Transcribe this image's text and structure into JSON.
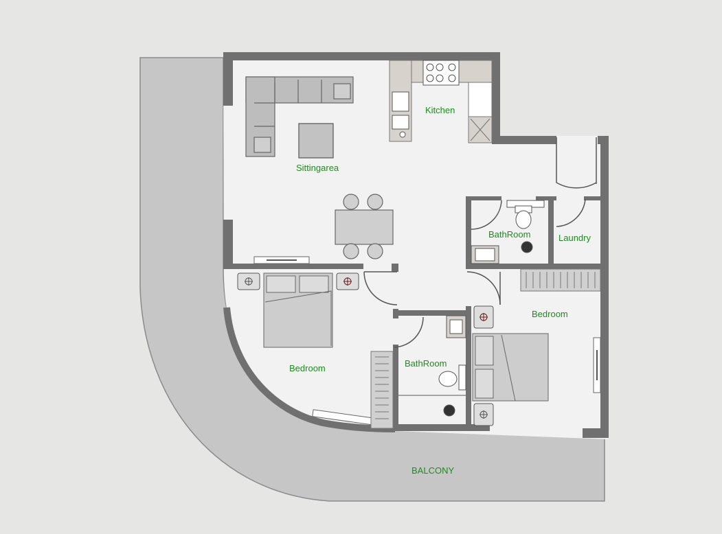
{
  "rooms": {
    "sitting_area": "Sittingarea",
    "kitchen": "Kitchen",
    "bathroom_1": "BathRoom",
    "laundry": "Laundry",
    "bedroom_1": "Bedroom",
    "bedroom_2": "Bedroom",
    "bathroom_2": "BathRoom",
    "balcony": "BALCONY"
  },
  "colors": {
    "background": "#e6e6e4",
    "floor": "#f2f2f2",
    "wall": "#6f6f6f",
    "balcony": "#c4c4c4",
    "furniture": "#c8c8c8",
    "label": "#1f8a1f"
  }
}
